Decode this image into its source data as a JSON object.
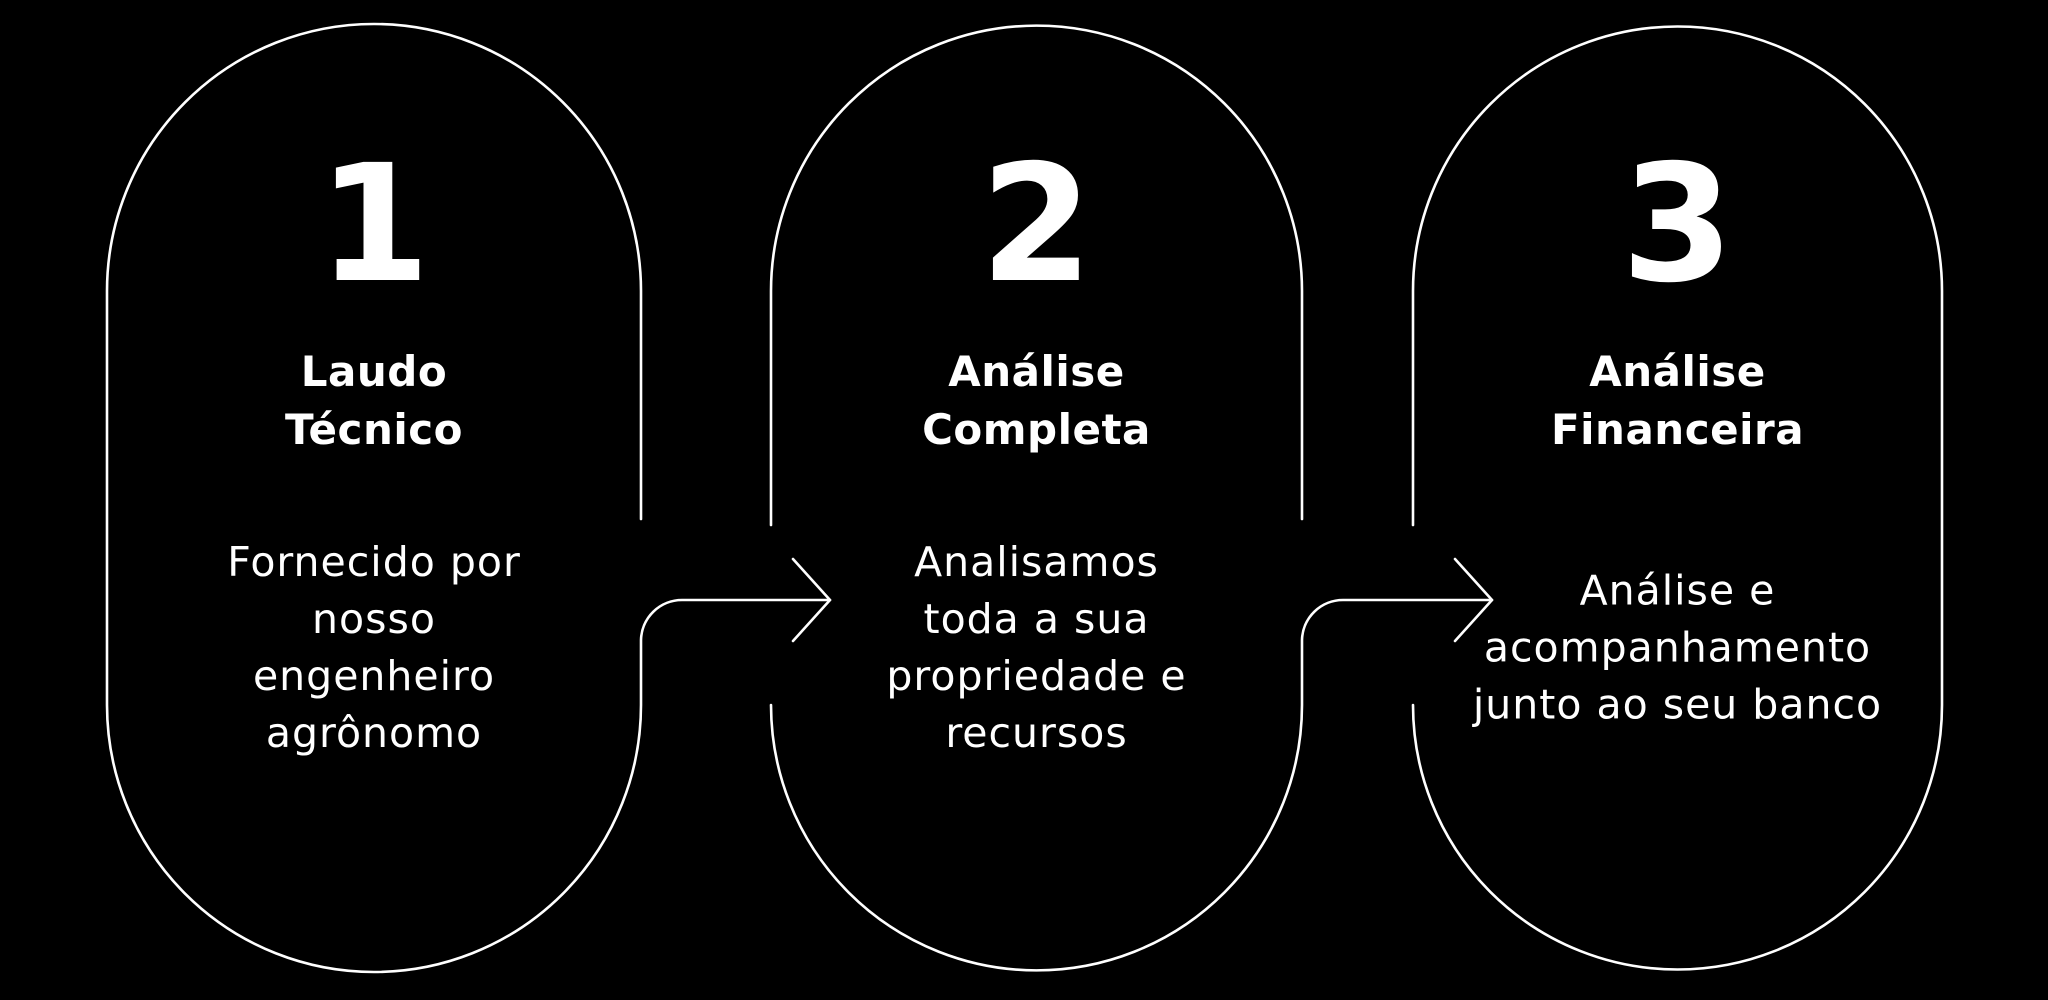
{
  "diagram": {
    "colors": {
      "background": "#000000",
      "foreground": "#ffffff"
    },
    "steps": [
      {
        "number": "1",
        "title": "Laudo\nTécnico",
        "description": "Fornecido por\nnosso\nengenheiro\nagrônomo"
      },
      {
        "number": "2",
        "title": "Análise\nCompleta",
        "description": "Analisamos\ntoda a sua\npropriedade e\nrecursos"
      },
      {
        "number": "3",
        "title": "Análise\nFinanceira",
        "description": "Análise e\nacompanhamento\njunto ao seu banco"
      }
    ]
  }
}
